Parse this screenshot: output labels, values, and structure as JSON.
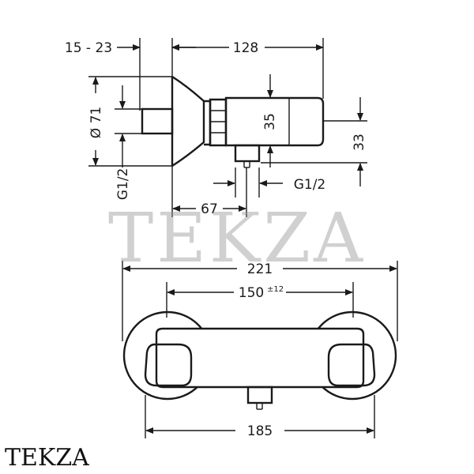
{
  "watermark": "TEKZA",
  "brand": "TEKZA",
  "side_view": {
    "dim_top_left": "15 - 23",
    "dim_top_right": "128",
    "dim_left_diameter": "Ø 71",
    "dim_left_thread": "G1/2",
    "dim_35": "35",
    "dim_33": "33",
    "dim_outlet_thread": "G1/2",
    "dim_67": "67"
  },
  "front_view": {
    "dim_221": "221",
    "dim_150": "150",
    "dim_150_tol": "±12",
    "dim_185": "185"
  }
}
